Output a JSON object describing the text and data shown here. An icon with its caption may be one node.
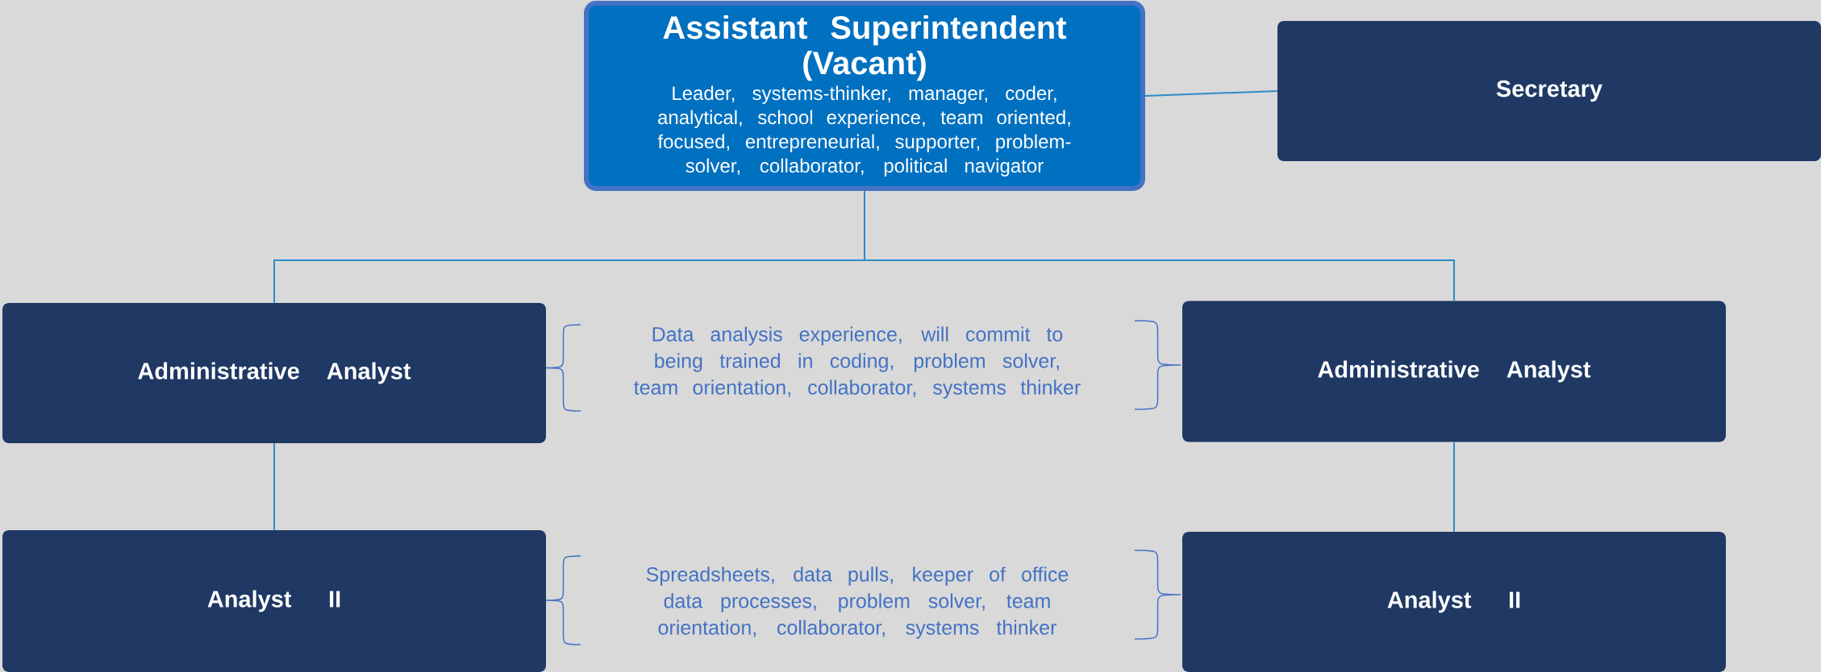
{
  "diagram": {
    "nodes": [
      {
        "text": [
          "Assistant Superintendent (Vacant)",
          "Leader, systems-thinker, manager, coder, analytical, school experience, team oriented, focused, entrepreneurial, supporter, problem-solver, collaborator, political navigator"
        ]
      },
      {
        "text": [
          "Secretary"
        ]
      },
      {
        "text": [
          "Administrative Analyst"
        ]
      },
      {
        "text": [
          "Administrative Analyst"
        ]
      },
      {
        "text": [
          "Analyst II"
        ]
      },
      {
        "text": [
          "Analyst II"
        ]
      }
    ],
    "edges": [
      {
        "from": 0,
        "to": 1,
        "arrow": "none"
      },
      {
        "from": 0,
        "to": 2,
        "arrow": "none"
      },
      {
        "from": 0,
        "to": 3,
        "arrow": "none"
      },
      {
        "from": 2,
        "to": 4,
        "arrow": "none"
      },
      {
        "from": 3,
        "to": 5,
        "arrow": "none"
      }
    ],
    "labels": [
      "Data analysis experience, will commit to being trained in coding, problem solver, team orientation, collaborator, systems thinker",
      "Spreadsheets, data pulls, keeper of office data processes, problem solver, team orientation, collaborator, systems thinker"
    ]
  }
}
